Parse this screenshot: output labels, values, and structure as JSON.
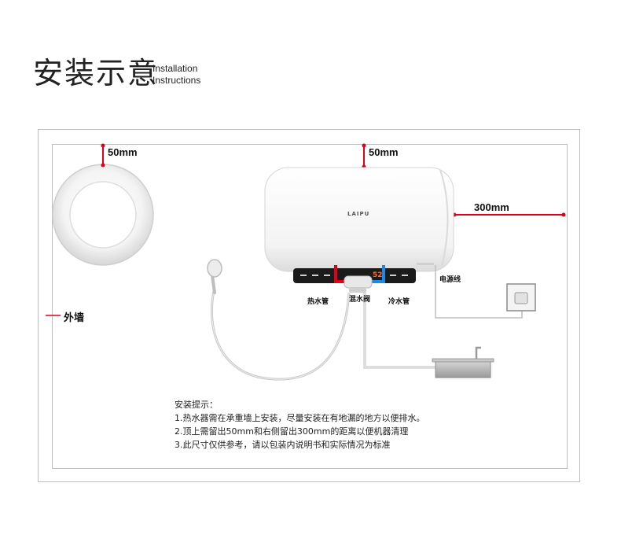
{
  "header": {
    "title_cn": "安装示意",
    "title_en_line1": "Installation",
    "title_en_line2": "Instructions"
  },
  "dimensions": {
    "mirror_top": "50mm",
    "heater_top": "50mm",
    "heater_right": "300mm"
  },
  "labels": {
    "outer_wall": "外墙",
    "hot_pipe": "热水管",
    "mixing_valve": "混水阀",
    "cold_pipe": "冷水管",
    "power_cord": "电源线",
    "brand": "LAIPU",
    "display_value": "52"
  },
  "notes": {
    "heading": "安装提示：",
    "items": [
      "1.热水器需在承重墙上安装，尽量安装在有地漏的地方以便排水。",
      "2.顶上需留出50mm和右侧留出300mm的距离以便机器清理",
      "3.此尺寸仅供参考，请以包装内说明书和实际情况为标准"
    ]
  },
  "colors": {
    "accent_red": "#e0001a",
    "hot_pipe": "#e0001a",
    "cold_pipe": "#1e88e5",
    "frame": "#bdbdbd"
  }
}
